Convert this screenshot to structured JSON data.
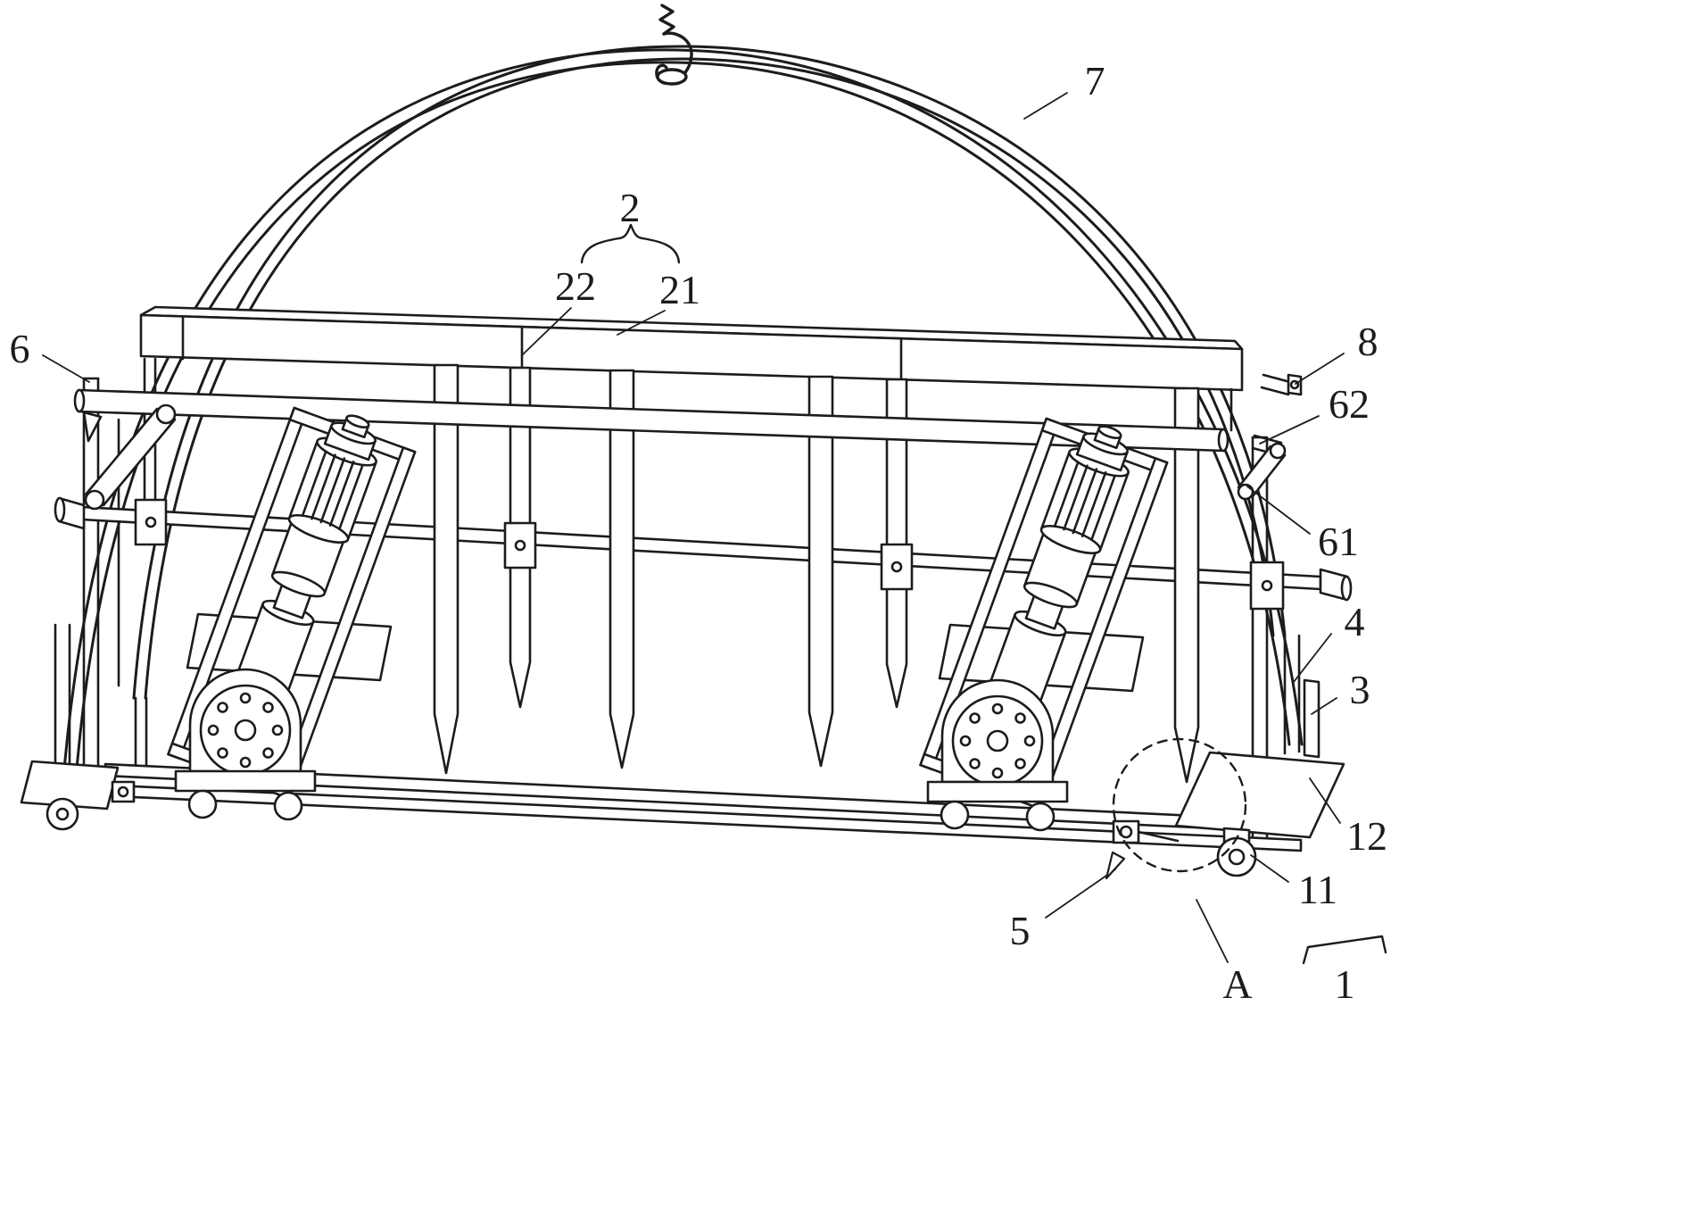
{
  "figure": {
    "background": "#ffffff",
    "stroke_color": "#1c1c1c",
    "kind": "patent-line-drawing"
  },
  "labels": {
    "7": "7",
    "2": "2",
    "22": "22",
    "21": "21",
    "6": "6",
    "8": "8",
    "62": "62",
    "61": "61",
    "4": "4",
    "3": "3",
    "12": "12",
    "11": "11",
    "5": "5",
    "A": "A",
    "1": "1"
  }
}
